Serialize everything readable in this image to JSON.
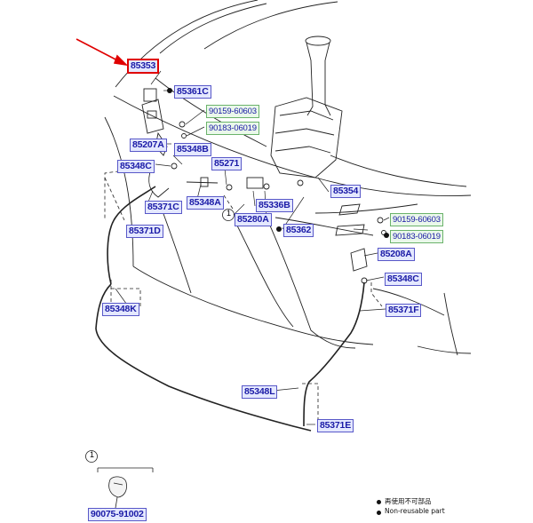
{
  "parts": {
    "p85353": "85353",
    "p85361c": "85361C",
    "p90159_top": "90159-60603",
    "p90183_top": "90183-06019",
    "p85207a": "85207A",
    "p85348b": "85348B",
    "p85271": "85271",
    "p85348c_left": "85348C",
    "p85371c": "85371C",
    "p85348a": "85348A",
    "p85336b": "85336B",
    "p85280a": "85280A",
    "p85371d": "85371D",
    "p85354": "85354",
    "p85362": "85362",
    "p90159_right": "90159-60603",
    "p90183_right": "90183-06019",
    "p85208a": "85208A",
    "p85348c_right": "85348C",
    "p85371f": "85371F",
    "p85348k": "85348K",
    "p85348l": "85348L",
    "p85371e": "85371E",
    "p90075": "90075-91002"
  },
  "callout_number": "1",
  "callout_inset_number": "1",
  "legend": {
    "reuse_cn": "再使用不可部品",
    "reuse_en": "Non-reusable part"
  },
  "colors": {
    "label_blue": "#1a1aa6",
    "highlight_red": "#e00000",
    "arrow_red": "#e00000",
    "std_green": "#6bb36b"
  }
}
